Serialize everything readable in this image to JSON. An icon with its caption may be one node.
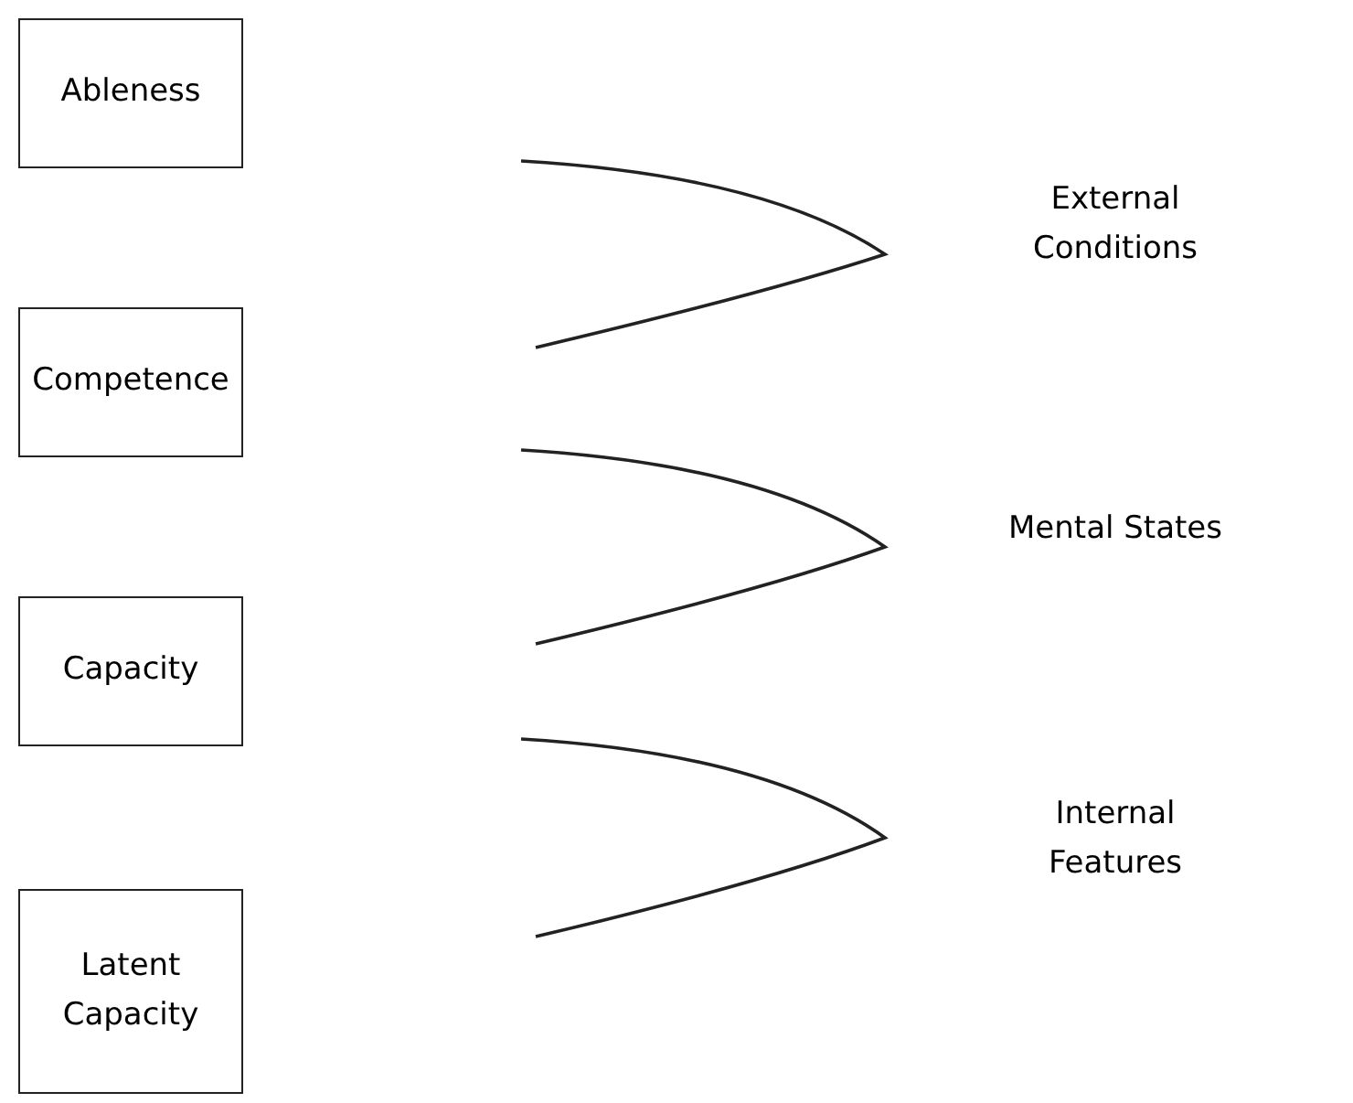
{
  "diagram": {
    "nodes": [
      {
        "text": [
          "Ableness"
        ]
      },
      {
        "text": [
          "Competence"
        ]
      },
      {
        "text": [
          "Capacity"
        ]
      },
      {
        "text": [
          "Latent Capacity"
        ]
      }
    ],
    "labels": [
      "External Conditions",
      "Mental States",
      "Internal Features"
    ]
  }
}
